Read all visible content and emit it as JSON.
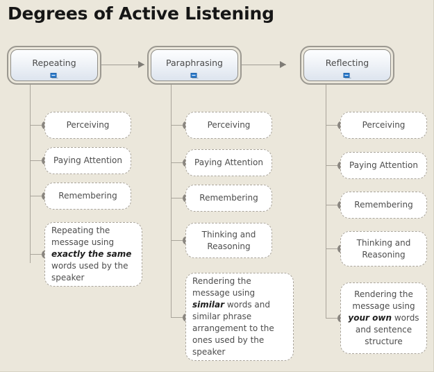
{
  "page": {
    "title": "Degrees of Active Listening",
    "background_color": "#ebe7db"
  },
  "diagram": {
    "type": "hierarchy",
    "accent_color": "#2f7fd0",
    "node_border_color": "#a9a49a",
    "connector_color": "#a9a49a",
    "columns": [
      {
        "root": {
          "label": "Repeating",
          "collapse_icon": "collapse-minus-icon"
        },
        "children": [
          {
            "label": "Perceiving",
            "align": "center"
          },
          {
            "label": "Paying Attention",
            "align": "center"
          },
          {
            "label": "Remembering",
            "align": "center"
          },
          {
            "align": "left",
            "parts": [
              {
                "text": "Repeating the message using ",
                "emphasis": false
              },
              {
                "text": "exactly the same",
                "emphasis": true
              },
              {
                "text": " words used by the speaker",
                "emphasis": false
              }
            ]
          }
        ]
      },
      {
        "root": {
          "label": "Paraphrasing",
          "collapse_icon": "collapse-minus-icon"
        },
        "children": [
          {
            "label": "Perceiving",
            "align": "center"
          },
          {
            "label": "Paying Attention",
            "align": "center"
          },
          {
            "label": "Remembering",
            "align": "center"
          },
          {
            "label": "Thinking and Reasoning",
            "align": "center"
          },
          {
            "align": "left",
            "parts": [
              {
                "text": "Rendering the message using ",
                "emphasis": false
              },
              {
                "text": "similar",
                "emphasis": true
              },
              {
                "text": " words and similar phrase arrangement to the ones used by the speaker",
                "emphasis": false
              }
            ]
          }
        ]
      },
      {
        "root": {
          "label": "Reflecting",
          "collapse_icon": "collapse-minus-icon"
        },
        "children": [
          {
            "label": "Perceiving",
            "align": "center"
          },
          {
            "label": "Paying Attention",
            "align": "center"
          },
          {
            "label": "Remembering",
            "align": "center"
          },
          {
            "label": "Thinking and Reasoning",
            "align": "center"
          },
          {
            "align": "center",
            "parts": [
              {
                "text": "Rendering the message using ",
                "emphasis": false
              },
              {
                "text": "your own",
                "emphasis": true
              },
              {
                "text": " words and sentence structure",
                "emphasis": false
              }
            ]
          }
        ]
      }
    ]
  }
}
